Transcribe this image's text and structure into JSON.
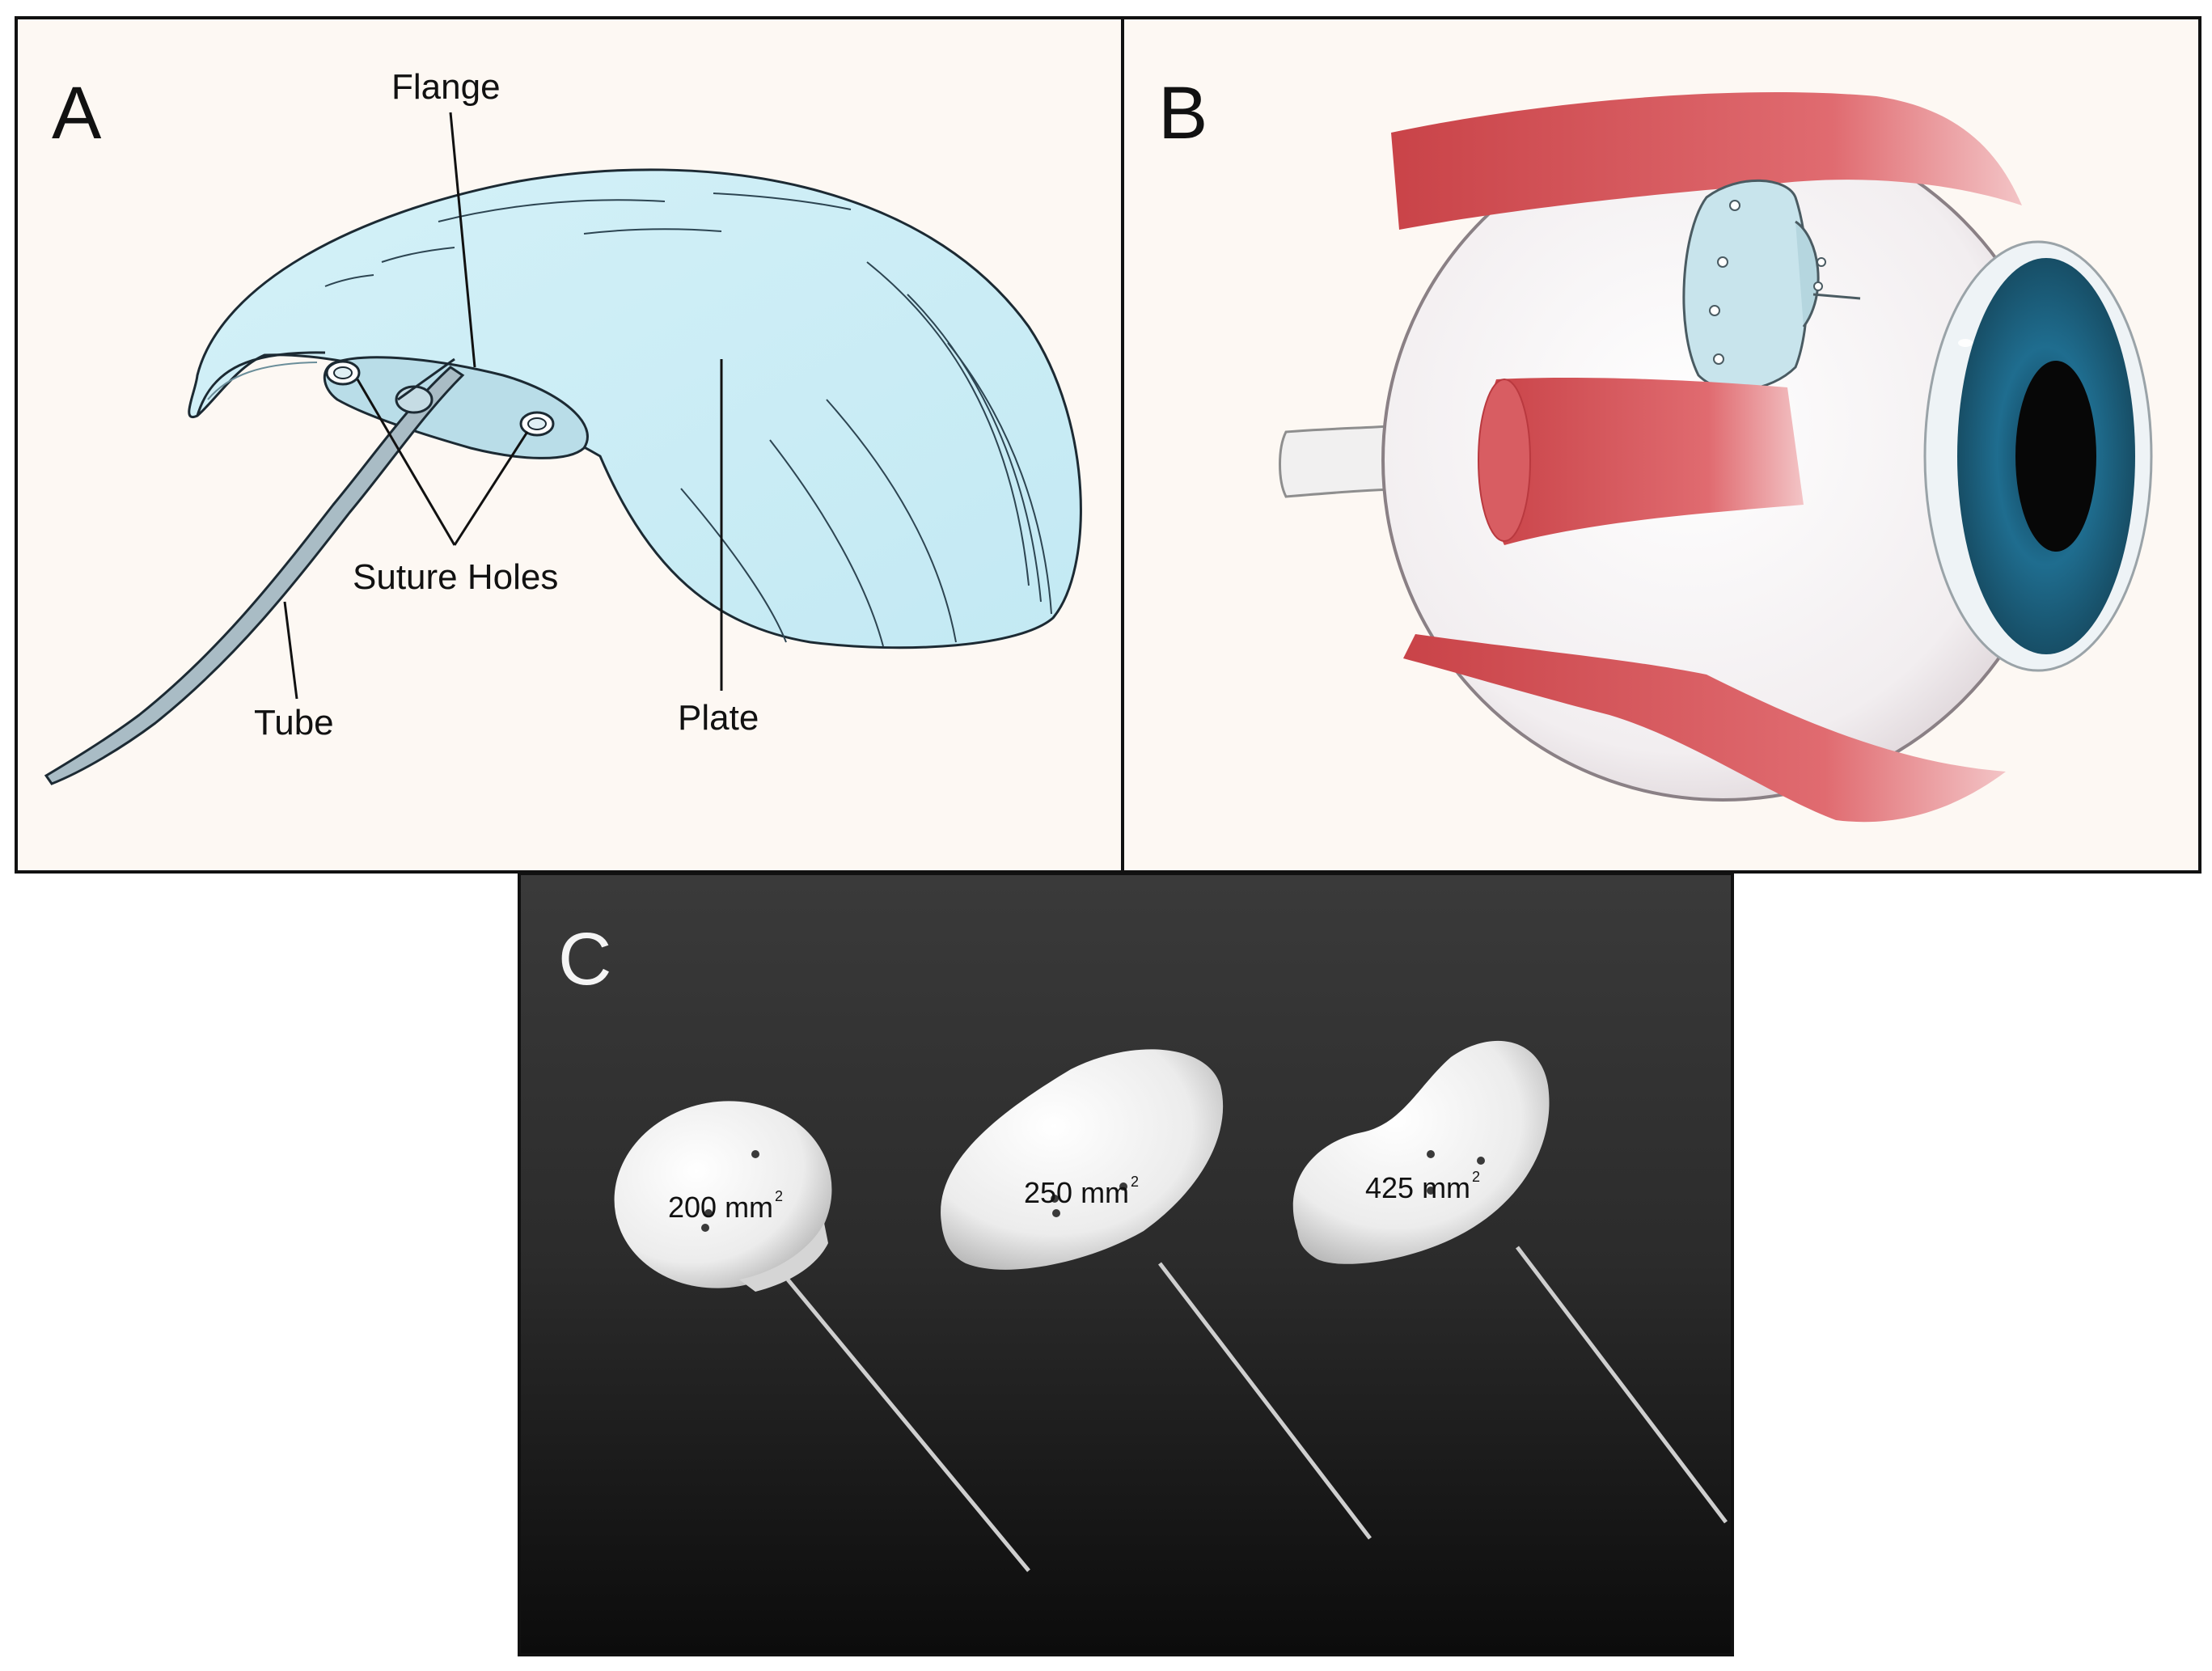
{
  "panels": {
    "a": {
      "letter": "A",
      "callouts": {
        "flange": "Flange",
        "suture_holes": "Suture Holes",
        "tube": "Tube",
        "plate": "Plate"
      }
    },
    "b": {
      "letter": "B"
    },
    "c": {
      "letter": "C",
      "implants": [
        {
          "area": "200 mm",
          "exponent": "2"
        },
        {
          "area": "250 mm",
          "exponent": "2"
        },
        {
          "area": "425 mm",
          "exponent": "2"
        }
      ]
    }
  },
  "colors": {
    "panel_background": "#fdf8f3",
    "plate_fill": "#d4f1f8",
    "muscle_red": "#d9555a",
    "iris_blue": "#1f6d8f",
    "photo_background": "#2a2a2a"
  }
}
